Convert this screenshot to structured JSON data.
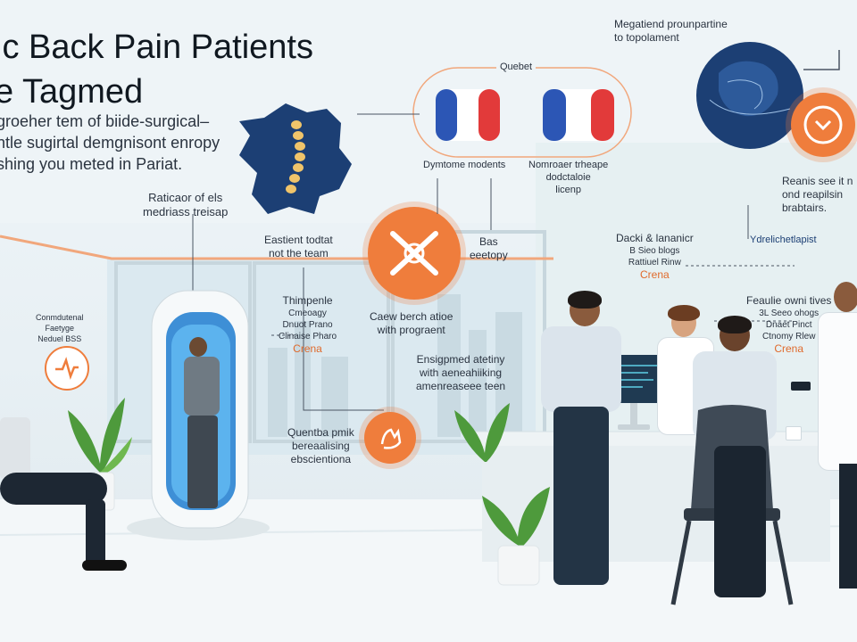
{
  "headline": {
    "line1": "ic Back Pain Patients",
    "line2": "e Tagmed"
  },
  "intro": {
    "line1": "groeher tem of biide-surgical–",
    "line2": "ntle sugirtal demgnisont enropy",
    "line3": "shing you meted in Pariat."
  },
  "map_caption": {
    "top_line1": "Raticaor of els",
    "top_line2": "medriass treisap",
    "bottom_line1": "Eastient todtat",
    "bottom_line2": "not the team"
  },
  "flags_panel": {
    "title": "Quebet",
    "left_caption": "Dymtome modents",
    "right_caption_line1": "Nomroaer trheape",
    "right_caption_line2": "dodctaloie",
    "right_caption_line3": "licenp"
  },
  "globe_caption": {
    "line1": "Megatiend prounpartine",
    "line2": "to topolament"
  },
  "right_card": {
    "line1": "Reanis see it n",
    "line2": "ond reapilsin",
    "line3": "brabtairs."
  },
  "center_icon_caption": {
    "line1": "Caew berch atioe",
    "line2": "with prograent"
  },
  "side_label": {
    "line1": "Bas",
    "line2": "eeetopy"
  },
  "scanner_caption": {
    "line1": "Thimpenle",
    "line2": "Cmeoagy",
    "line3": "Dnuot Prano",
    "line4": "Clinaise Pharo",
    "line5": "Crena"
  },
  "left_badge": {
    "line1": "Conmdutenal",
    "line2": "Faetyge",
    "line3": "Neduel BSS"
  },
  "mid_text": {
    "line1": "Ensigpmed atetiny",
    "line2": "with aeneahiiking",
    "line3": "amenreaseee teen"
  },
  "bottom_icon_caption": {
    "line1": "Quentba pmik",
    "line2": "bereaalising",
    "line3": "ebscientiona"
  },
  "doctor_label": {
    "line1": "Dacki & lananicr",
    "line2": "B Sieo blogs",
    "line3": "Rattiuel Rinw",
    "line4": "Crena"
  },
  "therapist_label": "Ydrelichetlapist",
  "right_lower_label": {
    "line1": "Feaulie owni tives",
    "line2": "3L Seeo ohogs",
    "line3": "Dnaet Pinct",
    "line4": "Ctnomy Rlew",
    "line5": "Crena"
  },
  "colors": {
    "accent_orange": "#ef7d3c",
    "navy": "#1c3f74",
    "flag_blue": "#2c56b5",
    "flag_red": "#e23a3a"
  },
  "icons": [
    "spine-icon",
    "france-map-icon",
    "france-flag-icon",
    "globe-icon",
    "chevron-check-icon",
    "tool-cross-icon",
    "pulse-icon",
    "hand-gesture-icon"
  ]
}
